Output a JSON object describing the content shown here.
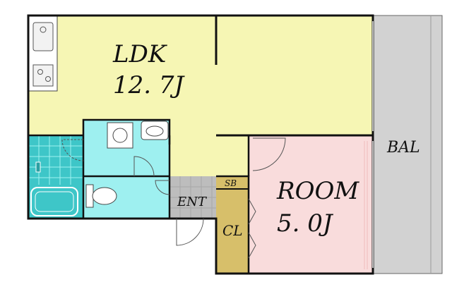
{
  "rooms": {
    "ldk": {
      "name": "LDK",
      "size": "12. 7J"
    },
    "room": {
      "name": "ROOM",
      "size": "5. 0J"
    },
    "balcony": {
      "name": "BAL"
    },
    "entrance": {
      "name": "ENT"
    },
    "shoe_box": {
      "name": "SB"
    },
    "closet": {
      "name": "CL"
    }
  },
  "colors": {
    "ldk": "#f6f6b4",
    "room": "#f9dcdc",
    "bath": "#3ec6c8",
    "wet": "#9ef0f0",
    "closet": "#d7bf6a",
    "entrance": "#bdbdbd",
    "balcony": "#d2d2d2",
    "wall": "#111111"
  }
}
